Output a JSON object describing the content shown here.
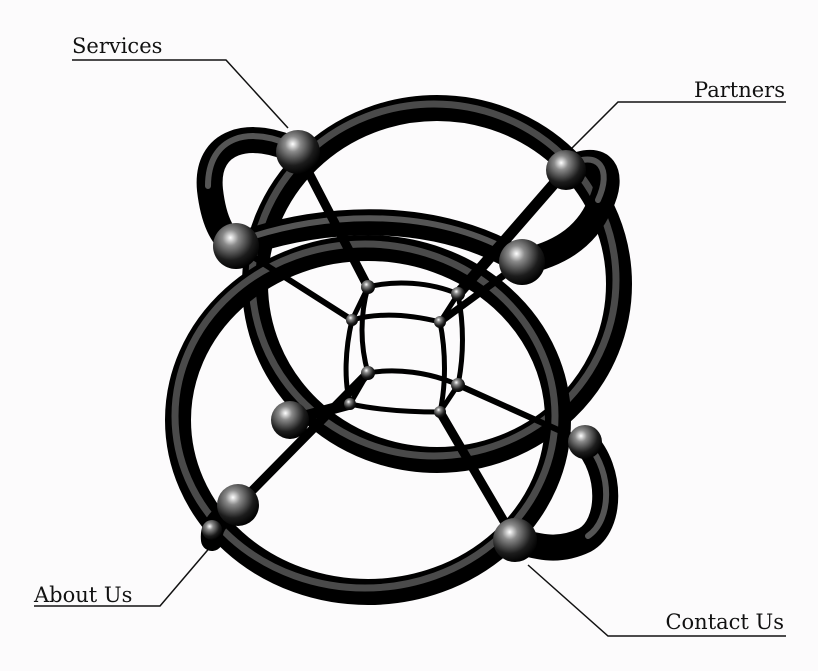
{
  "nav": {
    "services": "Services",
    "partners": "Partners",
    "about": "About Us",
    "contact": "Contact Us"
  },
  "colors": {
    "background": "#fcfbfc",
    "tube": "#161616",
    "line": "#111111"
  }
}
